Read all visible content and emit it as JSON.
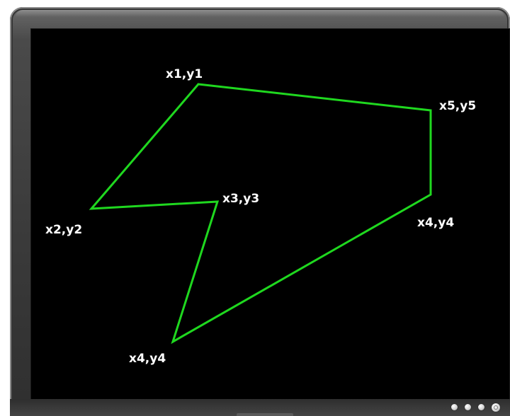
{
  "diagram": {
    "line_color": "#1fd81f",
    "screen_color": "#000000",
    "label_color": "#ffffff",
    "vertices": [
      {
        "id": "v1",
        "label": "x1,y1"
      },
      {
        "id": "v5",
        "label": "x5,y5"
      },
      {
        "id": "v4a",
        "label": "x4,y4"
      },
      {
        "id": "v4b",
        "label": "x4,y4"
      },
      {
        "id": "v3",
        "label": "x3,y3"
      },
      {
        "id": "v2",
        "label": "x2,y2"
      }
    ]
  }
}
